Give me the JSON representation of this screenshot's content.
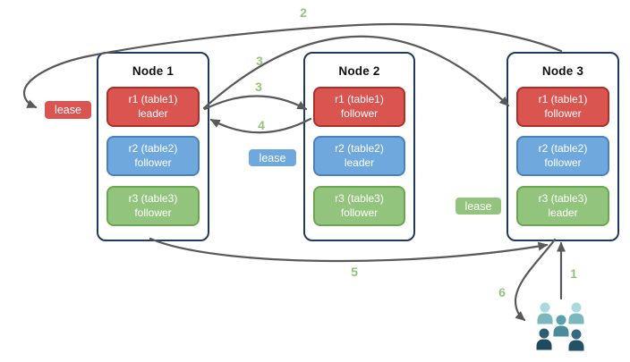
{
  "colors": {
    "red_fill": "#DA5450",
    "red_border": "#AC2F28",
    "blue_fill": "#6FA8DC",
    "blue_border": "#4981BC",
    "green_fill": "#93C47D",
    "green_border": "#69A84F",
    "node_border": "#1F3A5F",
    "arrow": "#595959",
    "step_label": "#93C47D",
    "box_text": "#FFFFFF"
  },
  "nodes": [
    {
      "title": "Node 1",
      "replicas": [
        {
          "label": "r1 (table1)",
          "role": "leader",
          "color": "red"
        },
        {
          "label": "r2 (table2)",
          "role": "follower",
          "color": "blue"
        },
        {
          "label": "r3 (table3)",
          "role": "follower",
          "color": "green"
        }
      ]
    },
    {
      "title": "Node 2",
      "replicas": [
        {
          "label": "r1 (table1)",
          "role": "follower",
          "color": "red"
        },
        {
          "label": "r2 (table2)",
          "role": "leader",
          "color": "blue"
        },
        {
          "label": "r3 (table3)",
          "role": "follower",
          "color": "green"
        }
      ]
    },
    {
      "title": "Node 3",
      "replicas": [
        {
          "label": "r1 (table1)",
          "role": "follower",
          "color": "red"
        },
        {
          "label": "r2 (table2)",
          "role": "follower",
          "color": "blue"
        },
        {
          "label": "r3 (table3)",
          "role": "leader",
          "color": "green"
        }
      ]
    }
  ],
  "leases": [
    {
      "label": "lease",
      "color": "red"
    },
    {
      "label": "lease",
      "color": "blue"
    },
    {
      "label": "lease",
      "color": "green"
    }
  ],
  "steps": {
    "s1": "1",
    "s2": "2",
    "s3a": "3",
    "s3b": "3",
    "s4": "4",
    "s5": "5",
    "s6": "6"
  },
  "people": {
    "back_head": "#A9DADD",
    "back_body": "#7BB8BD",
    "middle_head": "#55A1AD",
    "middle_body": "#4A8A9C",
    "front_left_head": "#2C5F74",
    "front_left_body": "#1D4A5F",
    "front_right_head": "#336A7E",
    "front_right_body": "#235266"
  }
}
